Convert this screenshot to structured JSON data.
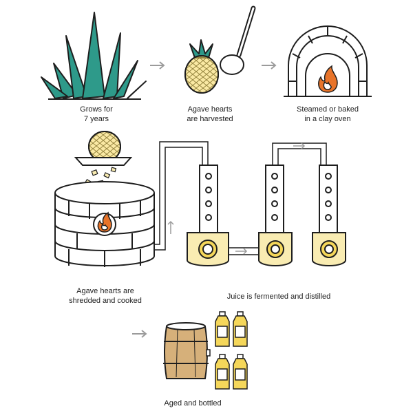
{
  "colors": {
    "line": "#1e1e1e",
    "leaf": "#2e9a8a",
    "yellow": "#f5d75a",
    "yellow_light": "#f9ecb2",
    "barrel": "#d6b07a",
    "flame": "#e8742a",
    "arrow": "#9b9b9b"
  },
  "steps": [
    {
      "id": "grow",
      "lines": [
        "Grows for",
        "7 years"
      ],
      "icon": "agave-plant-icon"
    },
    {
      "id": "harvest",
      "lines": [
        "Agave hearts",
        "are harvested"
      ],
      "icon": "pina-icon"
    },
    {
      "id": "bake",
      "lines": [
        "Steamed or baked",
        "in a clay oven"
      ],
      "icon": "clay-oven-icon"
    },
    {
      "id": "shred",
      "lines": [
        "Agave hearts are",
        "shredded and cooked"
      ],
      "icon": "shredder-tank-icon"
    },
    {
      "id": "distill",
      "lines": [
        "Juice is fermented and distilled"
      ],
      "icon": "still-icon"
    },
    {
      "id": "age",
      "lines": [
        "Aged and bottled"
      ],
      "icon": "barrel-icon"
    }
  ]
}
